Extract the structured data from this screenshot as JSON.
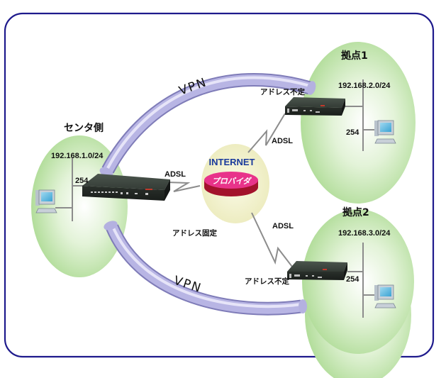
{
  "diagram": {
    "title": "VPN network topology",
    "colors": {
      "frame_border": "#1e1a8c",
      "site_bubble": "#bfe3a8",
      "internet_bubble": "#f0efc4",
      "vpn_tube": "#a9a6d8",
      "provider_top": "#e8338a",
      "provider_side": "#a3122c",
      "internet_text": "#1a3a9c",
      "line": "#8c8c8c"
    },
    "center_site": {
      "label": "センタ側",
      "network": "192.168.1.0/24",
      "lan_address": "254",
      "wan_label": "ADSL",
      "address_note": "アドレス固定"
    },
    "internet": {
      "label": "INTERNET",
      "provider_label": "プロバイダ"
    },
    "site1": {
      "label": "拠点1",
      "network": "192.168.2.0/24",
      "lan_address": "254",
      "wan_label": "ADSL",
      "address_note": "アドレス不定"
    },
    "site2": {
      "label": "拠点2",
      "network": "192.168.3.0/24",
      "lan_address": "254",
      "wan_label": "ADSL",
      "address_note": "アドレス不定"
    },
    "tunnels": [
      {
        "label": "VPN",
        "from": "センタ側",
        "to": "拠点1"
      },
      {
        "label": "VPN",
        "from": "センタ側",
        "to": "拠点2"
      }
    ]
  }
}
